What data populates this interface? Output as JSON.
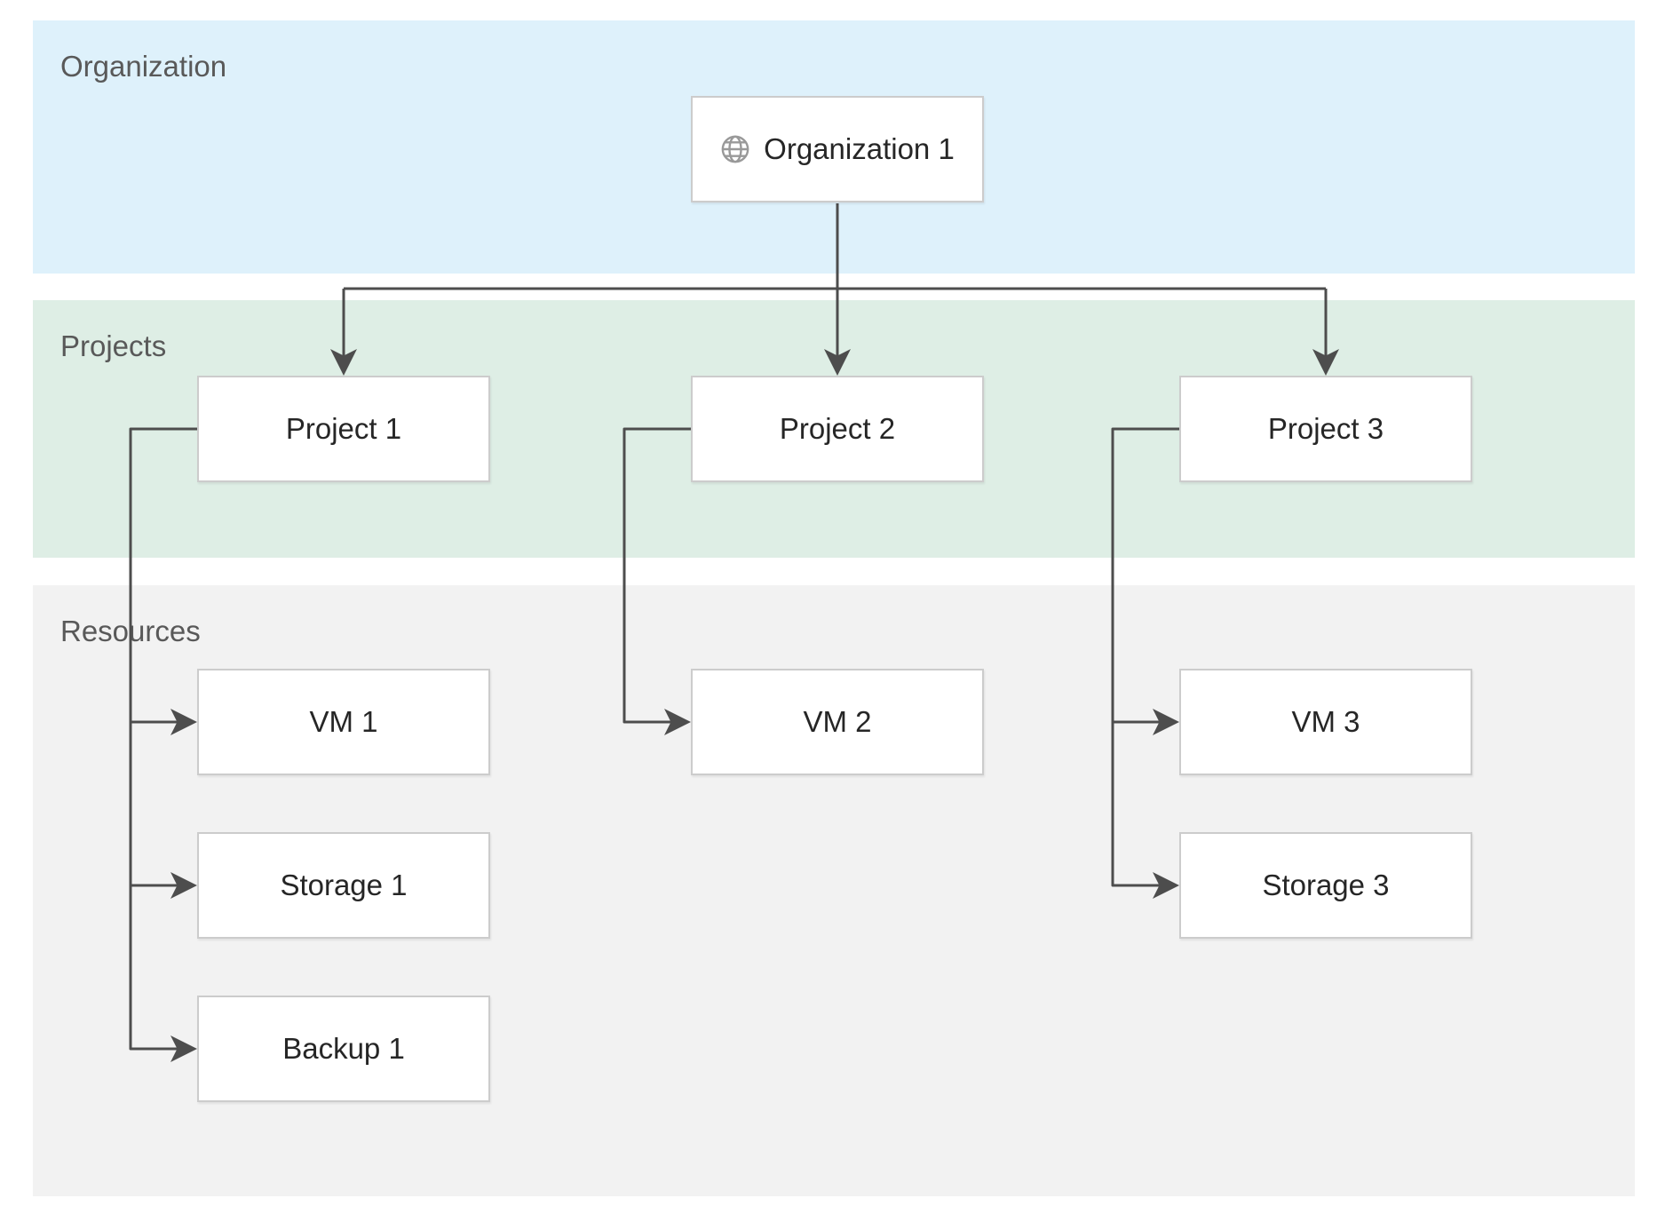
{
  "colors": {
    "band_organization": "#def1fb",
    "band_projects": "#deeee5",
    "band_resources": "#f2f2f2",
    "node_fill": "#ffffff",
    "node_border": "#cccccc",
    "connector": "#4d4d4d",
    "band_label_text": "#595959",
    "node_label_text": "#262626",
    "icon_gray": "#999999"
  },
  "diagram": {
    "bands": [
      {
        "id": "organization",
        "label": "Organization"
      },
      {
        "id": "projects",
        "label": "Projects"
      },
      {
        "id": "resources",
        "label": "Resources"
      }
    ],
    "nodes": {
      "organization1": {
        "label": "Organization 1",
        "icon": "globe-icon"
      },
      "project1": {
        "label": "Project 1"
      },
      "project2": {
        "label": "Project 2"
      },
      "project3": {
        "label": "Project 3"
      },
      "vm1": {
        "label": "VM 1"
      },
      "storage1": {
        "label": "Storage 1"
      },
      "backup1": {
        "label": "Backup 1"
      },
      "vm2": {
        "label": "VM 2"
      },
      "vm3": {
        "label": "VM 3"
      },
      "storage3": {
        "label": "Storage 3"
      }
    }
  }
}
